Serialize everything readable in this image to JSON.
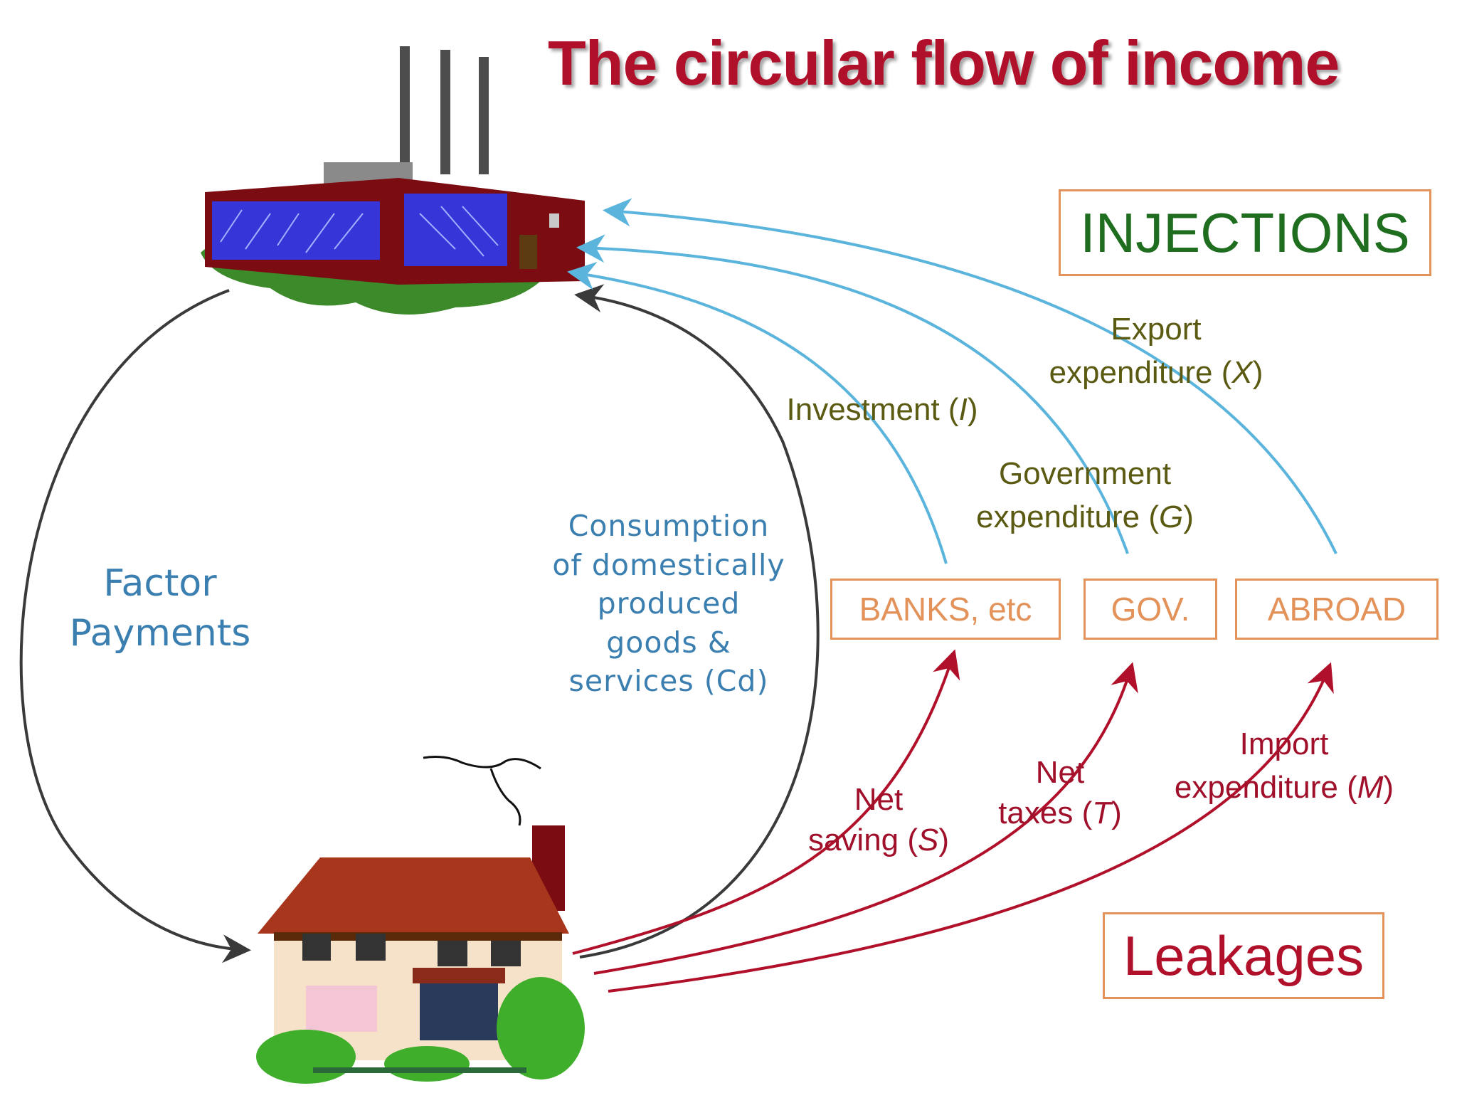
{
  "title": "The circular flow of income",
  "injections_box": "INJECTIONS",
  "leakages_box": "Leakages",
  "sectors": {
    "banks": "BANKS, etc",
    "gov": "GOV.",
    "abroad": "ABROAD"
  },
  "factor_payments": {
    "line1": "Factor",
    "line2": "Payments"
  },
  "consumption": {
    "line1": "Consumption",
    "line2": "of domestically",
    "line3": "produced",
    "line4": "goods &",
    "line5": "services (Cd)"
  },
  "injection_flows": {
    "investment": {
      "text": "Investment (",
      "symbol": "I",
      "close": ")"
    },
    "government": {
      "line1": "Government",
      "line2": "expenditure (",
      "symbol": "G",
      "close": ")"
    },
    "export": {
      "line1": "Export",
      "line2": "expenditure (",
      "symbol": "X",
      "close": ")"
    }
  },
  "leakage_flows": {
    "saving": {
      "line1": "Net",
      "line2": "saving (",
      "symbol": "S",
      "close": ")"
    },
    "taxes": {
      "line1": "Net",
      "line2": "taxes (",
      "symbol": "T",
      "close": ")"
    },
    "import": {
      "line1": "Import",
      "line2": "expenditure (",
      "symbol": "M",
      "close": ")"
    }
  },
  "colors": {
    "title": "#b0102a",
    "injection_arrow": "#5ab4dc",
    "leakage_arrow": "#b0102a",
    "circular_arrow": "#3a3a3a",
    "box_border": "#e3925a"
  },
  "icons": {
    "firm": "factory-icon",
    "household": "house-icon"
  }
}
